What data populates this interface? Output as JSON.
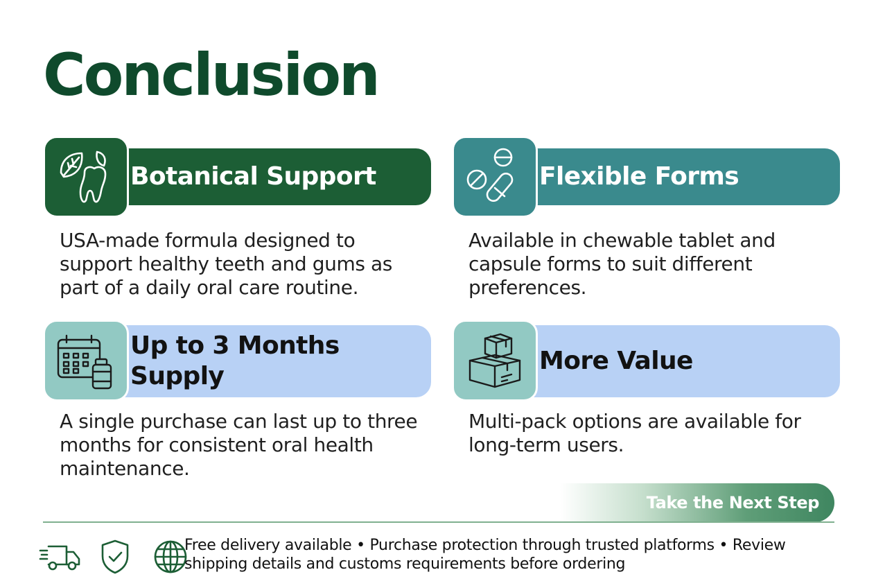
{
  "page": {
    "title": "Conclusion"
  },
  "cards": [
    {
      "icon": "leaf-tooth-icon",
      "heading": "Botanical Support",
      "description": "USA-made formula designed to support healthy teeth and gums as part of a daily oral care routine."
    },
    {
      "icon": "pills-icon",
      "heading": "Flexible Forms",
      "description": "Available in chewable tablet and capsule forms to suit different preferences."
    },
    {
      "icon": "calendar-bottle-icon",
      "heading": "Up to 3 Months Supply",
      "description": "A single purchase can last up to three months for consistent oral health maintenance."
    },
    {
      "icon": "boxes-icon",
      "heading": "More Value",
      "description": "Multi-pack options are available for long-term users."
    }
  ],
  "cta": {
    "label": "Take the Next Step"
  },
  "footer": {
    "icons": [
      "delivery-truck-icon",
      "shield-check-icon",
      "globe-icon"
    ],
    "text": "Free delivery available • Purchase protection through trusted platforms • Review shipping details and customs requirements before ordering"
  },
  "colors": {
    "dark_green": "#1c5e35",
    "teal": "#3a8a8d",
    "light_blue": "#b8d1f5",
    "mint": "#92c9c3",
    "title_green": "#0f4a2c"
  }
}
